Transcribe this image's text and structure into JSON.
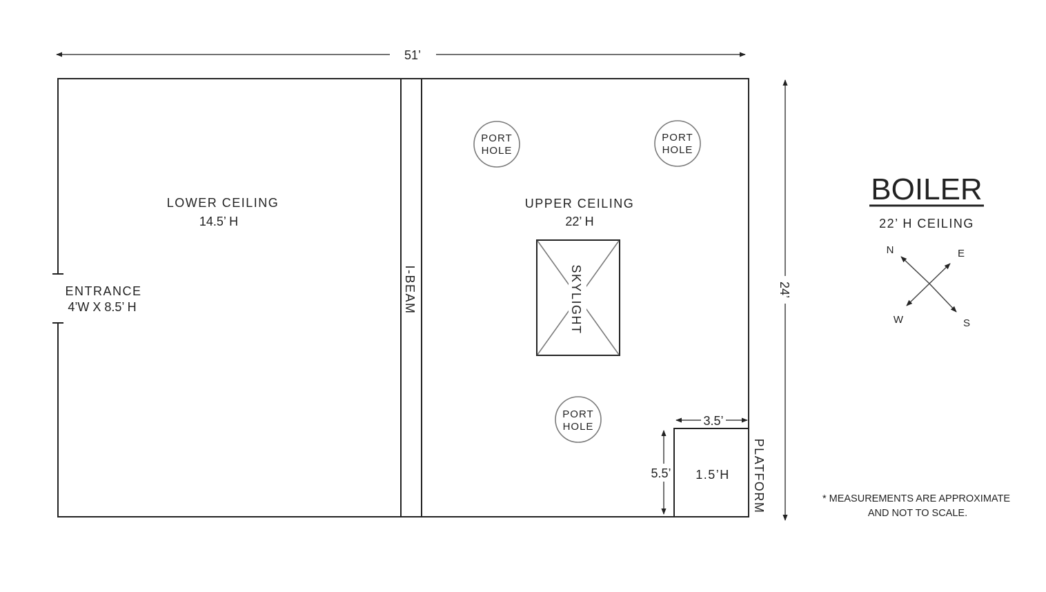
{
  "diagram": {
    "dims": {
      "width": "51’",
      "depth": "24’",
      "platform_width": "3.5’",
      "platform_depth": "5.5’"
    },
    "rooms": {
      "lower_ceiling": {
        "label": "LOWER CEILING",
        "height": "14.5’ H"
      },
      "upper_ceiling": {
        "label": "UPPER CEILING",
        "height": "22’ H"
      }
    },
    "entrance": {
      "label": "ENTRANCE",
      "size": "4’W X 8.5’ H"
    },
    "ibeam": {
      "label": "I-BEAM"
    },
    "skylight": {
      "label": "SKYLIGHT"
    },
    "portholes": [
      {
        "line1": "PORT",
        "line2": "HOLE"
      },
      {
        "line1": "PORT",
        "line2": "HOLE"
      },
      {
        "line1": "PORT",
        "line2": "HOLE"
      }
    ],
    "platform": {
      "label": "PLATFORM",
      "height": "1.5’H"
    },
    "info": {
      "title": "BOILER",
      "subtitle": "22’ H CEILING",
      "compass": {
        "n": "N",
        "e": "E",
        "w": "W",
        "s": "S"
      },
      "note_line1": "* MEASUREMENTS ARE APPROXIMATE",
      "note_line2": "AND NOT TO SCALE."
    }
  }
}
